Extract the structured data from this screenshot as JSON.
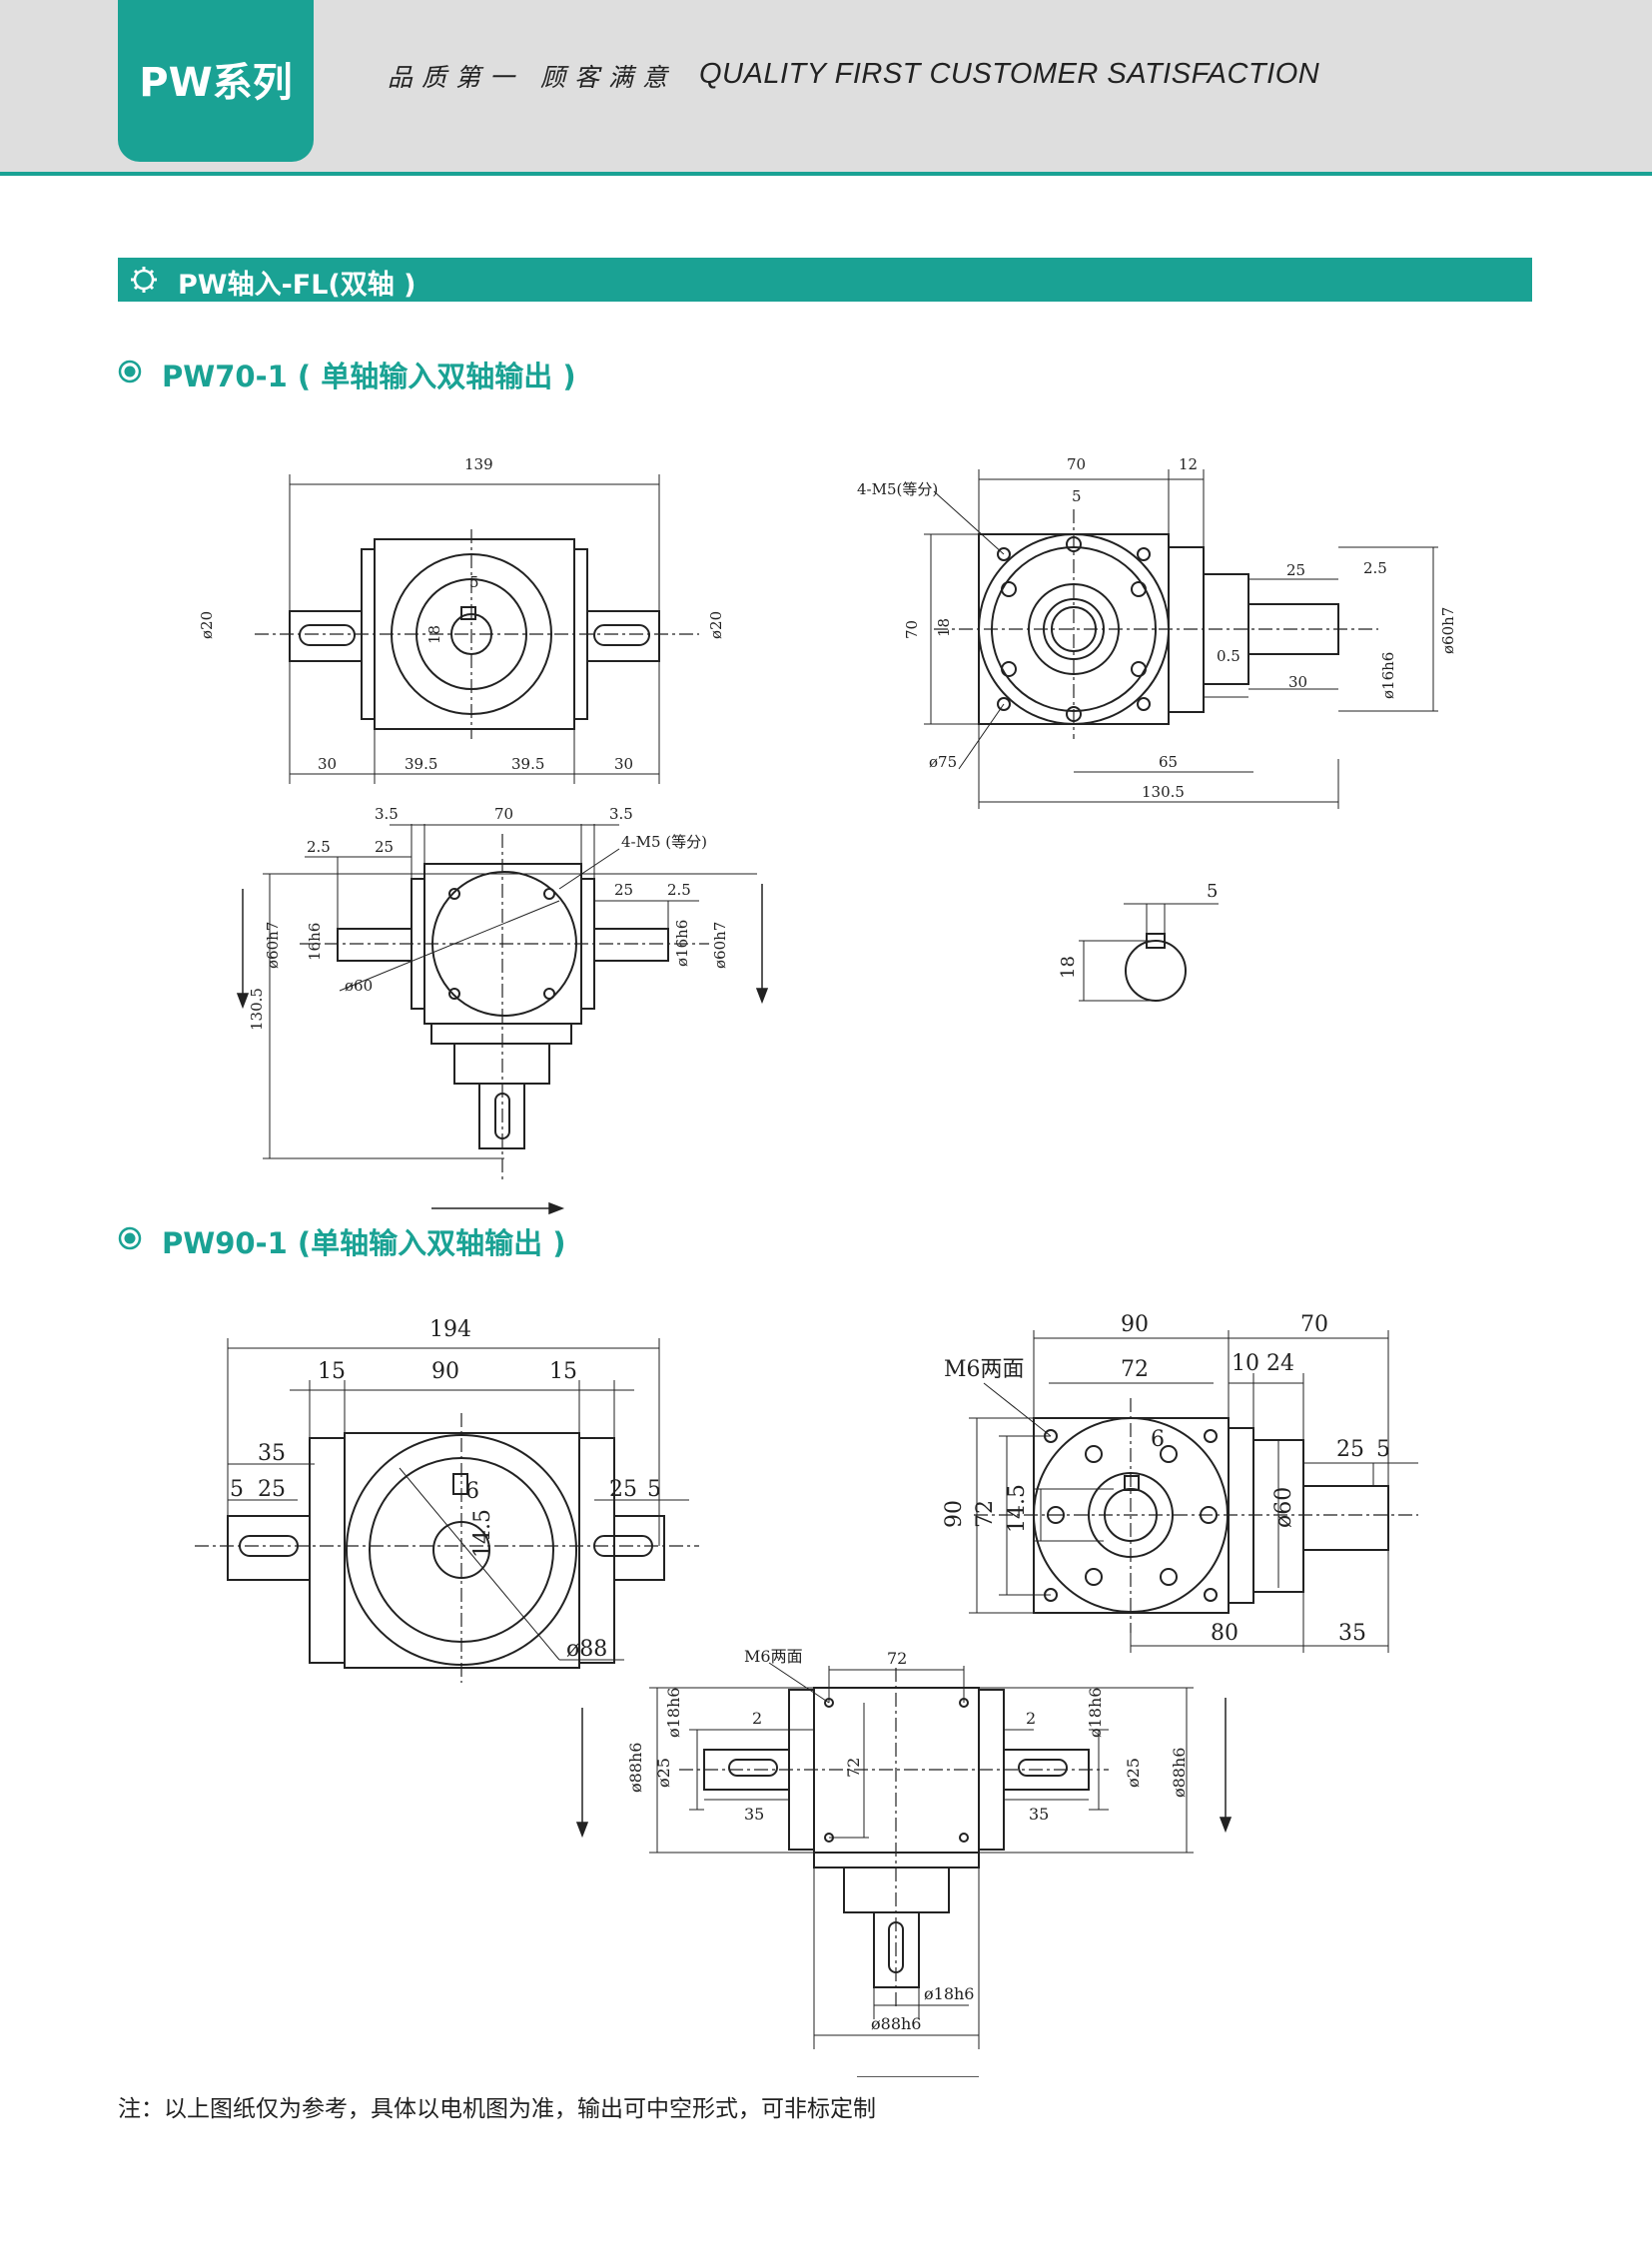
{
  "header": {
    "series_tab": "PW系列",
    "slogan_cn": "品质第一 顾客满意",
    "slogan_en": "QUALITY FIRST  CUSTOMER SATISFACTION"
  },
  "section": {
    "title": "PW轴入-FL(双轴 )"
  },
  "models": [
    {
      "title": "PW70-1 ( 单轴输入双轴输出 )"
    },
    {
      "title": "PW90-1 (单轴输入双轴输出 )"
    }
  ],
  "pw70": {
    "front": {
      "overall": "139",
      "d_left": "ø20",
      "d_right": "ø20",
      "key": "5",
      "h": "18",
      "seg1": "30",
      "seg2": "39.5",
      "seg3": "39.5",
      "seg4": "30"
    },
    "side": {
      "w": "70",
      "ext": "12",
      "holes": "4-M5(等分)",
      "key": "5",
      "h1": "70",
      "h2": "18",
      "shaft_len": "25",
      "chamfer": "2.5",
      "gap": "0.5",
      "shoulder": "30",
      "d_shaft": "ø16h6",
      "d_pilot": "ø60h7",
      "pcd": "ø75",
      "l1": "65",
      "l2": "130.5"
    },
    "top": {
      "a": "3.5",
      "w": "70",
      "b": "3.5",
      "c": "2.5",
      "d": "25",
      "holes": "4-M5 (等分)",
      "e": "25",
      "f": "2.5",
      "pilot_l": "ø60h7",
      "shaft_l": "16h6",
      "shaft_r": "ø16h6",
      "pilot_r": "ø60h7",
      "pcd": "ø60",
      "height": "130.5"
    },
    "keyway": {
      "key": "5",
      "h": "18"
    }
  },
  "pw90": {
    "front": {
      "overall": "194",
      "a": "15",
      "w": "90",
      "b": "15",
      "l1": "35",
      "c1": "5",
      "l2": "25",
      "l3": "25",
      "c2": "5",
      "key": "6",
      "h": "14.5",
      "pcd": "ø88"
    },
    "side": {
      "w": "90",
      "ext": "70",
      "holes": "M6两面",
      "pcd": "72",
      "a": "10",
      "b": "24",
      "key": "6",
      "h1": "90",
      "h2": "72",
      "h3": "14.5",
      "shaft": "25",
      "c": "5",
      "pilot": "ø60",
      "l1": "80",
      "l2": "35"
    },
    "top": {
      "holes": "M6两面",
      "w": "72",
      "h": "72",
      "c1": "2",
      "c2": "2",
      "shaft_l": "ø18h6",
      "pilot_l": "ø88h6",
      "d_l": "ø25",
      "len_l": "35",
      "len_r": "35",
      "shaft_r": "ø18h6",
      "d_r": "ø25",
      "pilot_r": "ø88h6",
      "out_shaft": "ø18h6",
      "out_pilot": "ø88h6"
    }
  },
  "footnote": "注：以上图纸仅为参考，具体以电机图为准，输出可中空形式，可非标定制",
  "colors": {
    "teal": "#1aa294",
    "header_gray": "#dedede",
    "line": "#222222"
  }
}
